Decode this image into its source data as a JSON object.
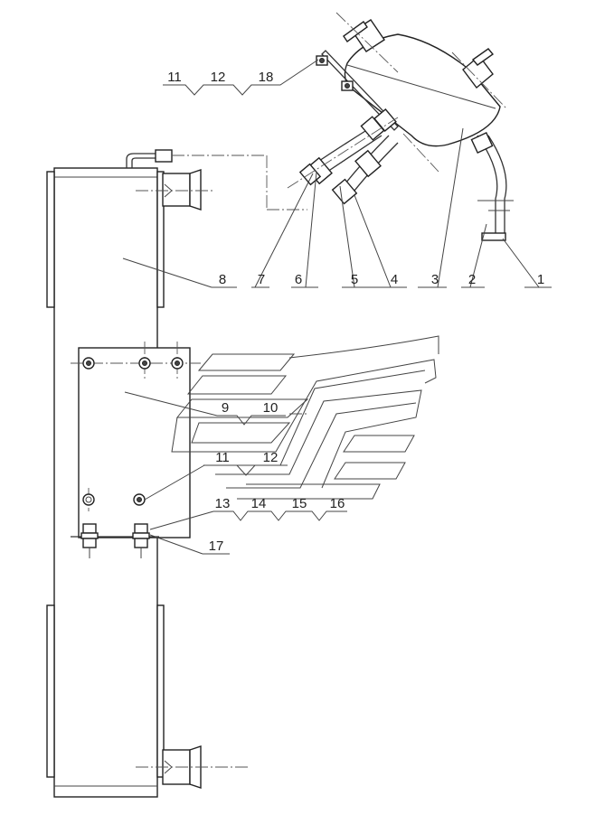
{
  "drawing": {
    "part_labels": {
      "p1": "1",
      "p2": "2",
      "p3": "3",
      "p4": "4",
      "p5": "5",
      "p6": "6",
      "p7": "7",
      "p8": "8",
      "p9": "9",
      "p10": "10",
      "p11_top": "11",
      "p12_top": "12",
      "p11_mid": "11",
      "p12_mid": "12",
      "p13": "13",
      "p14": "14",
      "p15": "15",
      "p16": "16",
      "p17": "17",
      "p18": "18"
    }
  }
}
